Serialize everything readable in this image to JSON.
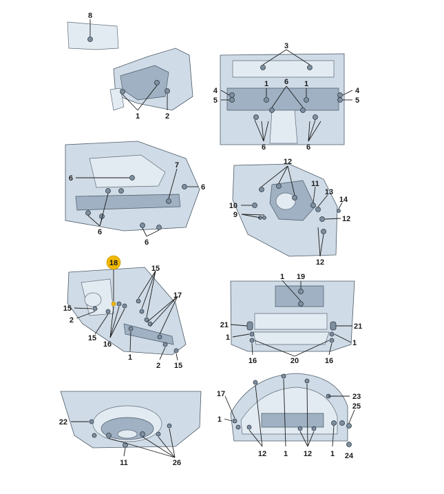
{
  "panels": [
    {
      "id": "front-bulkhead",
      "callouts": [
        "8",
        "1",
        "2"
      ]
    },
    {
      "id": "engine-bay",
      "callouts": [
        "3",
        "4",
        "5",
        "1",
        "6"
      ]
    },
    {
      "id": "rear-floor",
      "callouts": [
        "6",
        "7"
      ]
    },
    {
      "id": "wheel-arch-rear",
      "callouts": [
        "12",
        "11",
        "13",
        "14",
        "10",
        "9"
      ]
    },
    {
      "id": "side-sill",
      "callouts": [
        "18",
        "15",
        "17",
        "16",
        "1",
        "2"
      ]
    },
    {
      "id": "underbody-center",
      "callouts": [
        "1",
        "19",
        "21",
        "20",
        "16"
      ]
    },
    {
      "id": "spare-wheel-well",
      "callouts": [
        "22",
        "11",
        "26"
      ]
    },
    {
      "id": "rear-wheelhouse",
      "callouts": [
        "17",
        "1",
        "12",
        "23",
        "25",
        "24"
      ]
    }
  ],
  "labels": {
    "p1_8": "8",
    "p1_1": "1",
    "p1_2": "2",
    "p2_3": "3",
    "p2_4a": "4",
    "p2_5a": "5",
    "p2_1a": "1",
    "p2_6t": "6",
    "p2_1b": "1",
    "p2_4b": "4",
    "p2_5b": "5",
    "p2_6a": "6",
    "p2_6b": "6",
    "p3_6a": "6",
    "p3_7": "7",
    "p3_6b": "6",
    "p3_6c": "6",
    "p3_6d": "6",
    "p4_12a": "12",
    "p4_11": "11",
    "p4_13": "13",
    "p4_14": "14",
    "p4_10": "10",
    "p4_9": "9",
    "p4_12b": "12",
    "p4_12c": "12",
    "p5_18": "18",
    "p5_15a": "15",
    "p5_15b": "15",
    "p5_2a": "2",
    "p5_15c": "15",
    "p5_17": "17",
    "p5_16": "16",
    "p5_1": "1",
    "p5_2b": "2",
    "p5_15d": "15",
    "p6_1a": "1",
    "p6_19": "19",
    "p6_21a": "21",
    "p6_21b": "21",
    "p6_1b": "1",
    "p6_1c": "1",
    "p6_16a": "16",
    "p6_20": "20",
    "p6_16b": "16",
    "p7_22": "22",
    "p7_11": "11",
    "p7_26": "26",
    "p8_17": "17",
    "p8_23": "23",
    "p8_25": "25",
    "p8_1a": "1",
    "p8_12a": "12",
    "p8_1b": "1",
    "p8_12b": "12",
    "p8_1c": "1",
    "p8_24": "24"
  },
  "colors": {
    "highlight_callout": "#f1b800",
    "body_panel": "#cfdbe6",
    "grommet": "#7e8fa0"
  }
}
